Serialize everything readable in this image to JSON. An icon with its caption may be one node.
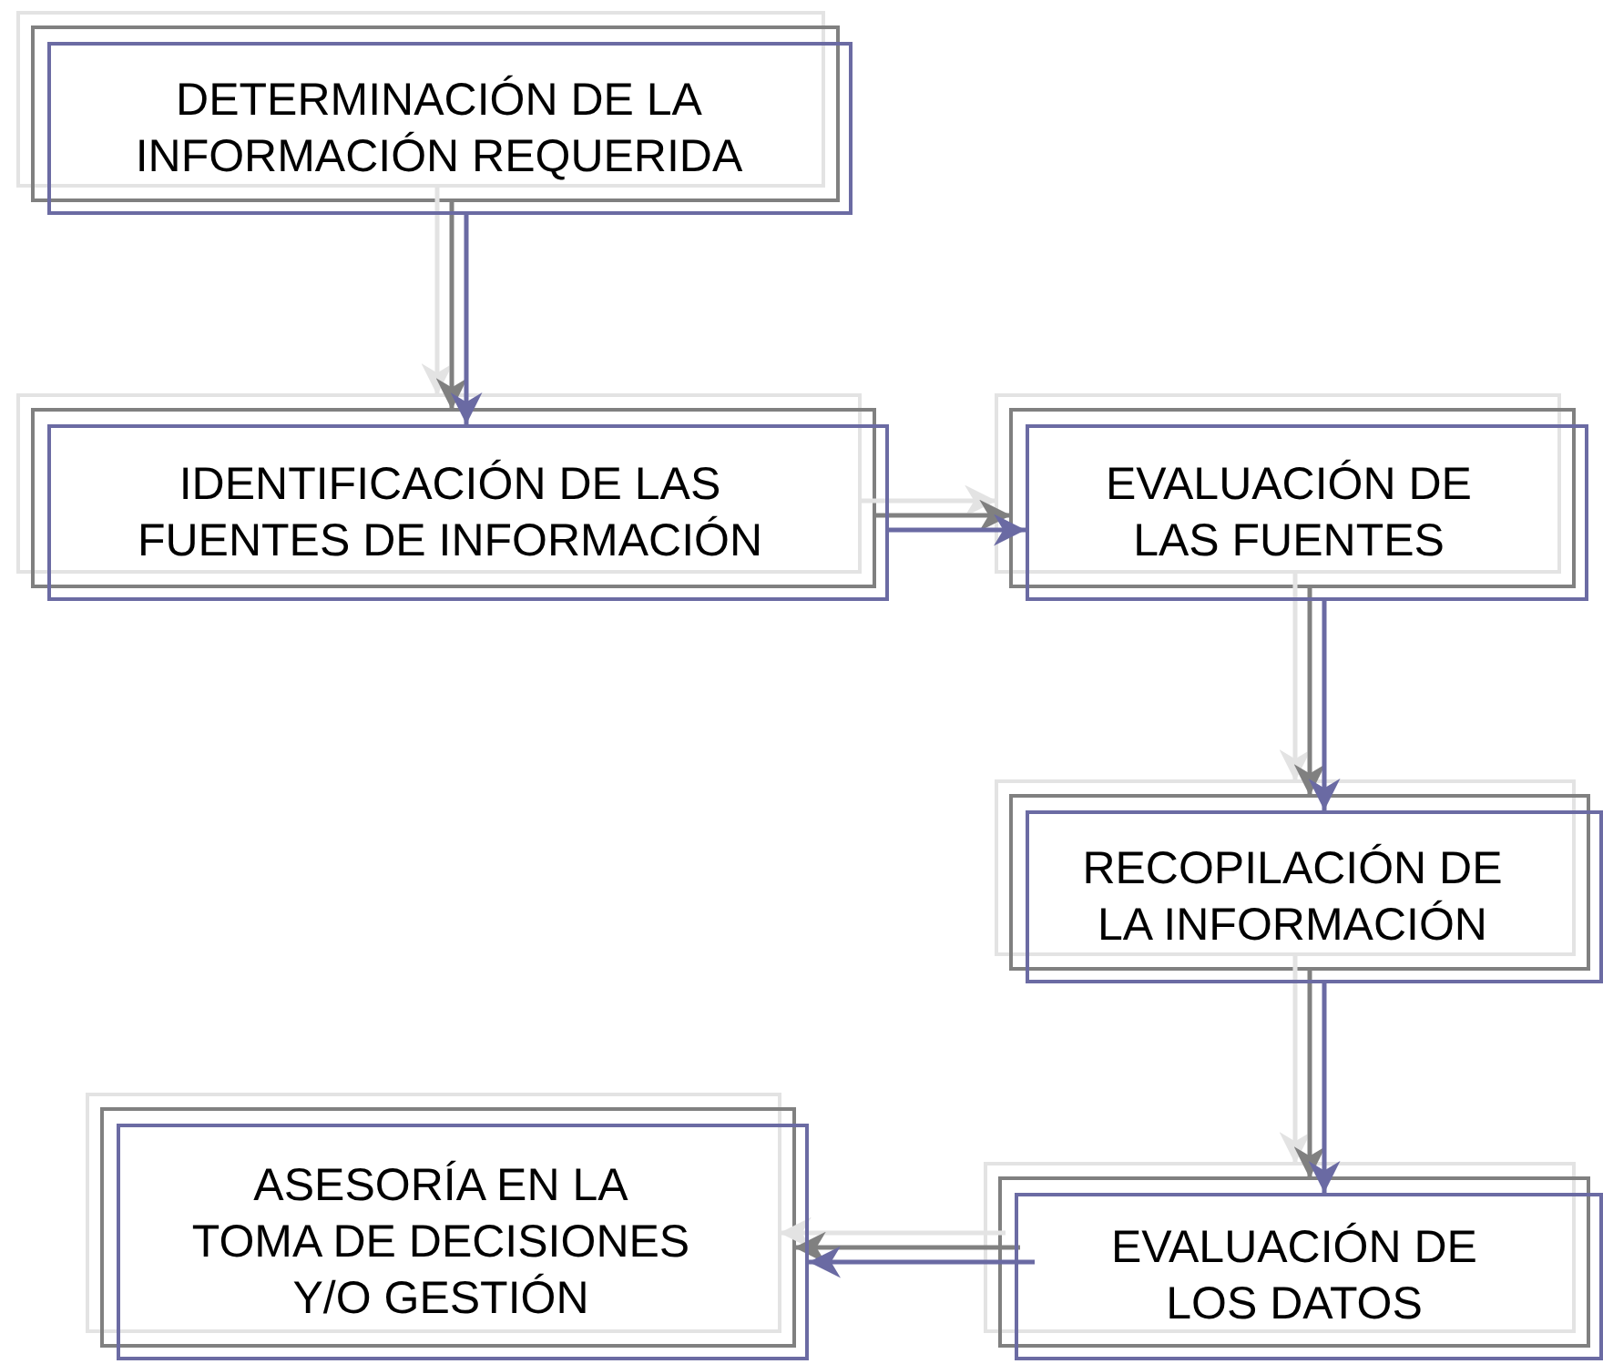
{
  "diagram": {
    "nodes": [
      {
        "text": [
          "DETERMINACIÓN DE LA INFORMACIÓN REQUERIDA"
        ]
      },
      {
        "text": [
          "IDENTIFICACIÓN DE LAS FUENTES DE INFORMACIÓN"
        ]
      },
      {
        "text": [
          "EVALUACIÓN DE LAS FUENTES"
        ]
      },
      {
        "text": [
          "RECOPILACIÓN DE LA INFORMACIÓN"
        ]
      },
      {
        "text": [
          "EVALUACIÓN DE LOS DATOS"
        ]
      },
      {
        "text": [
          "ASESORÍA EN LA TOMA DE DECISIONES Y/O GESTIÓN"
        ]
      }
    ],
    "edges": [
      {
        "from": 0,
        "to": 1,
        "arrow": "to"
      },
      {
        "from": 1,
        "to": 2,
        "arrow": "to"
      },
      {
        "from": 2,
        "to": 3,
        "arrow": "to"
      },
      {
        "from": 3,
        "to": 4,
        "arrow": "to"
      },
      {
        "from": 4,
        "to": 5,
        "arrow": "to"
      }
    ]
  }
}
